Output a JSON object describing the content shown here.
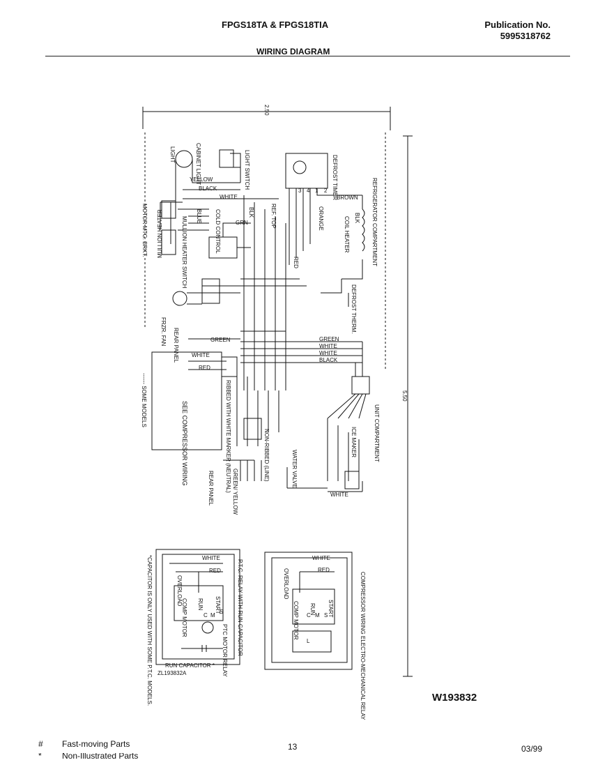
{
  "header": {
    "model": "FPGS18TA & FPGS18TIA",
    "pub_label": "Publication No.",
    "pub_number": "5995318762",
    "title": "WIRING DIAGRAM"
  },
  "dimensions": {
    "width": "2.50",
    "height": "5.50"
  },
  "labels": {
    "light": "LIGHT",
    "cabinet_light": "CABINET LIGHT",
    "light_switch": "LIGHT SWITCH",
    "defrost_timer": "DEFROST TIMER",
    "refrigerator_compartment": "REFRIGERATOR COMPARTMENT",
    "motor_mtg_bkt": "MOTOR MTG. BRKT.",
    "mullion_heater": "MULLION HEATER",
    "mullion_heater_switch": "MULLION HEATER SWITCH",
    "cold_control": "COLD CONTROL",
    "ref_top": "REF. TOP",
    "coil_heater": "COIL HEATER",
    "defrost_therm": "DEFROST THERM.",
    "frzr_fan": "FRZR. FAN",
    "rear_panel": "REAR PANEL",
    "see_compressor_wiring": "SEE COMPRESSOR WIRING",
    "some_models": "------ SOME MODELS",
    "ribbed_with_white_marker": "RIBBED WITH WHITE MARKER (NEUTRAL)",
    "non_ribbed_line": "NON-RIBBED (LINE)",
    "unit_compartment": "UNIT COMPARTMENT",
    "ice_maker": "ICE MAKER",
    "water_valve": "WATER VALVE",
    "rear_panel_2": "REAR PANEL",
    "green_yellow": "GREEN/ YELLOW"
  },
  "wires": {
    "white": "WHITE",
    "black": "BLACK",
    "yellow": "YELLOW",
    "green": "GREEN",
    "red": "RED",
    "orange": "ORANGE",
    "brown": "BROWN",
    "blue": "BLUE",
    "blk": "BLK",
    "grn": "GRN"
  },
  "timer_terminals": [
    "1",
    "2",
    "3",
    "4"
  ],
  "ptc_box": {
    "title": "P.T.C. RELAY WITH RUN CAPACITOR",
    "overload": "OVERLOAD",
    "comp_motor": "COMP MOTOR",
    "ptc_motor_relay": "PTC MOTOR RELAY",
    "start": "START",
    "run": "RUN",
    "s": "S",
    "c": "C",
    "m": "M",
    "run_capacitor": "RUN CAPACITOR *",
    "footnote": "*CAPACITOR IS ONLY USED WITH SOME P.T.C. MODELS.",
    "part": "ZL193832A"
  },
  "em_box": {
    "title": "COMPRESSOR WIRING ELECTRO-MECHANICAL RELAY",
    "overload": "OVERLOAD",
    "comp_motor": "COMP MOTOR",
    "start": "START",
    "run": "RUN",
    "s": "S",
    "c": "C",
    "m": "M",
    "l": "L"
  },
  "diagram_number": "W193832",
  "footer": {
    "fast_sym": "#",
    "fast_label": "Fast-moving Parts",
    "non_sym": "*",
    "non_label": "Non-Illustrated Parts",
    "page": "13",
    "date": "03/99"
  }
}
